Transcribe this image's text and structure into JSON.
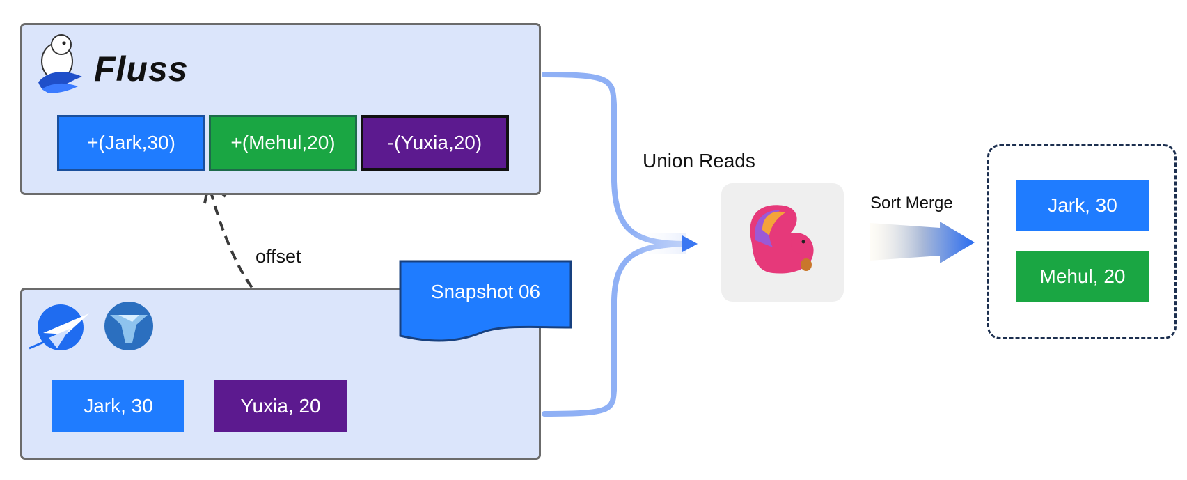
{
  "fluss": {
    "brand": "Fluss",
    "log_records": [
      {
        "label": "+(Jark,30)",
        "color": "#1f7cff"
      },
      {
        "label": "+(Mehul,20)",
        "color": "#1aa643"
      },
      {
        "label": "-(Yuxia,20)",
        "color": "#5c1a8f"
      }
    ]
  },
  "lake": {
    "rows": [
      {
        "label": "Jark, 30",
        "color": "#1f7cff"
      },
      {
        "label": "Yuxia, 20",
        "color": "#5c1a8f"
      }
    ],
    "snapshot_label": "Snapshot 06"
  },
  "offset_label": "offset",
  "union_reads_label": "Union Reads",
  "sort_merge_label": "Sort Merge",
  "result": {
    "rows": [
      {
        "label": "Jark, 30",
        "color": "#1f7cff"
      },
      {
        "label": "Mehul, 20",
        "color": "#1aa643"
      }
    ]
  }
}
